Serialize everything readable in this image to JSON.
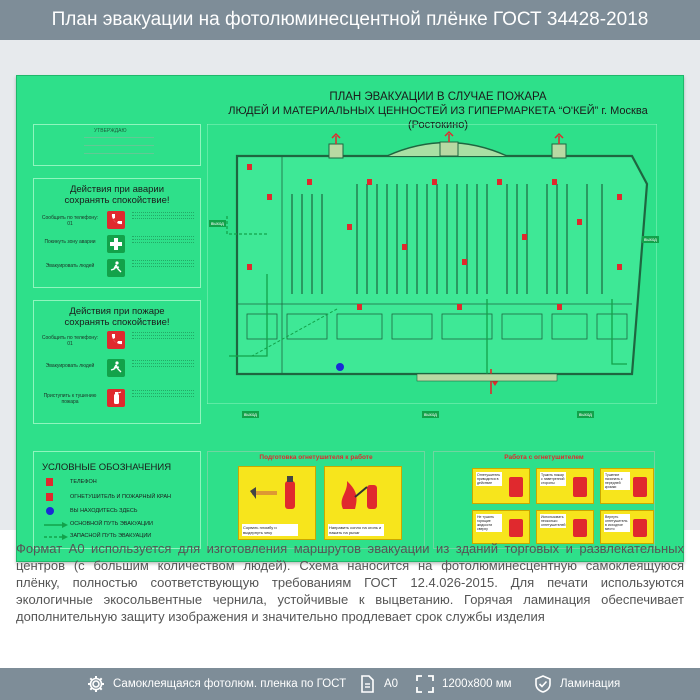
{
  "header": {
    "title": "План эвакуации на фотолюминесцентной плёнке ГОСТ 34428-2018"
  },
  "plan": {
    "title_line1": "ПЛАН ЭВАКУАЦИИ В СЛУЧАЕ ПОЖАРА",
    "title_line2": "ЛЮДЕЙ И МАТЕРИАЛЬНЫХ ЦЕННОСТЕЙ ИЗ ГИПЕРМАРКЕТА “О'КЕЙ” г. Москва (Ростокино)",
    "approve": "УТВЕРЖДАЮ",
    "accident": {
      "title_line1": "Действия при аварии",
      "title_line2": "сохранять спокойствие!",
      "rows": [
        {
          "label": "Сообщить по телефону: 01",
          "icon": "phone-icon"
        },
        {
          "label": "Покинуть зону аварии",
          "icon": "first-aid-icon"
        },
        {
          "label": "Эвакуировать людей",
          "icon": "running-man-exit-icon"
        }
      ]
    },
    "fire": {
      "title_line1": "Действия при пожаре",
      "title_line2": "сохранять спокойствие!",
      "rows": [
        {
          "label": "Сообщить по телефону: 01",
          "icon": "phone-icon"
        },
        {
          "label": "Эвакуировать людей",
          "icon": "running-man-exit-icon"
        },
        {
          "label": "Приступить к тушению пожара",
          "icon": "fire-extinguisher-icon"
        }
      ]
    },
    "legend": {
      "title": "УСЛОВНЫЕ ОБОЗНАЧЕНИЯ",
      "items": [
        {
          "text": "ТЕЛЕФОН",
          "color": "#e0292e"
        },
        {
          "text": "ОГНЕТУШИТЕЛЬ И ПОЖАРНЫЙ КРАН",
          "color": "#e0292e"
        },
        {
          "text": "ВЫ НАХОДИТЕСЬ ЗДЕСЬ",
          "color": "#1a2ad6"
        },
        {
          "text": "ОСНОВНОЙ ПУТЬ ЭВАКУАЦИИ",
          "color": "#12a24a"
        },
        {
          "text": "ЗАПАСНОЙ ПУТЬ ЭВАКУАЦИИ",
          "color": "#12a24a"
        }
      ]
    },
    "exit_label": "выход",
    "extinguisher_title": "Подготовка огнетушителя к работе",
    "extinguisher_cards": [
      "Сорвать пломбу и выдернуть чеку",
      "Направить сопло на огонь и нажать на рычаг"
    ],
    "operation_title": "Работа с огнетушителем",
    "operation_cards": [
      "Огнетушитель приводится в действие",
      "Тушить пожар с наветренной стороны",
      "Тушение начинать с передней кромки",
      "Не тушить горящие жидкости сверху",
      "Использовать несколько огнетушителей",
      "Вернуть огнетушитель в исходное место"
    ]
  },
  "description": "Формат А0 используется для изготовления маршрутов эвакуации из зданий торговых и развлекательных центров (с большим количеством людей). Схема наносится на фотолюминесцентную самоклеящуюся плёнку, полностью соответствующую требованиям ГОСТ 12.4.026-2015. Для печати используются экологичные экосольвентные чернила, устойчивые к выцветанию. Горячая ламинация обеспечивает дополнительную защиту изображения и значительно продлевает срок службы изделия",
  "features": [
    {
      "icon": "gear-icon",
      "text": "Самоклеящаяся фотолюм. пленка по ГОСТ"
    },
    {
      "icon": "document-icon",
      "text": "А0"
    },
    {
      "icon": "expand-icon",
      "text": "1200х800 мм"
    },
    {
      "icon": "shield-check-icon",
      "text": "Ламинация"
    }
  ]
}
